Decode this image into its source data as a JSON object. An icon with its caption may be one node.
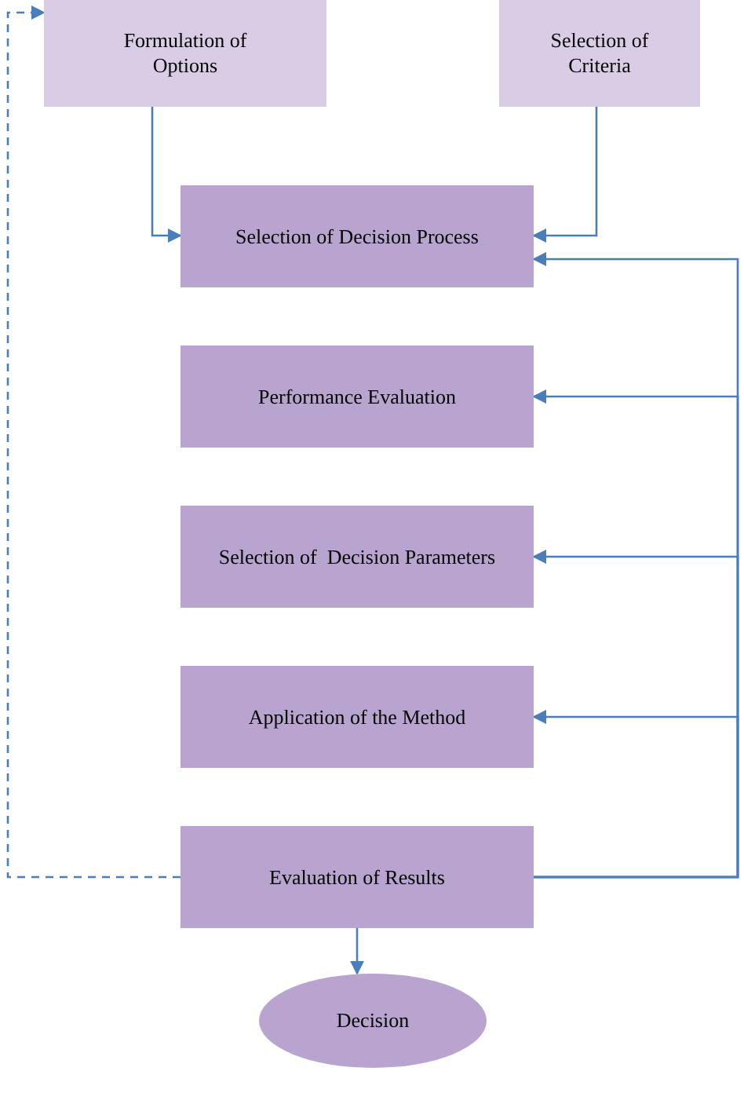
{
  "diagram": {
    "nodes": [
      {
        "text": [
          "Formulation of Options"
        ]
      },
      {
        "text": [
          "Selection of Criteria"
        ]
      },
      {
        "text": [
          "Selection of Decision Process"
        ]
      },
      {
        "text": [
          "Performance Evaluation"
        ]
      },
      {
        "text": [
          "Selection of  Decision Parameters"
        ]
      },
      {
        "text": [
          "Application of the Method"
        ]
      },
      {
        "text": [
          "Evaluation of Results"
        ]
      },
      {
        "text": [
          "Decision"
        ]
      }
    ],
    "edges": [
      {
        "from": 0,
        "to": 2,
        "arrow": "to"
      },
      {
        "from": 1,
        "to": 2,
        "arrow": "to"
      },
      {
        "from": 6,
        "to": 2,
        "arrow": "to"
      },
      {
        "from": 6,
        "to": 3,
        "arrow": "to"
      },
      {
        "from": 6,
        "to": 4,
        "arrow": "to"
      },
      {
        "from": 6,
        "to": 5,
        "arrow": "to"
      },
      {
        "from": 6,
        "to": 7,
        "arrow": "to"
      },
      {
        "from": 6,
        "to": 0,
        "arrow": "to",
        "style": "dashed"
      }
    ]
  }
}
